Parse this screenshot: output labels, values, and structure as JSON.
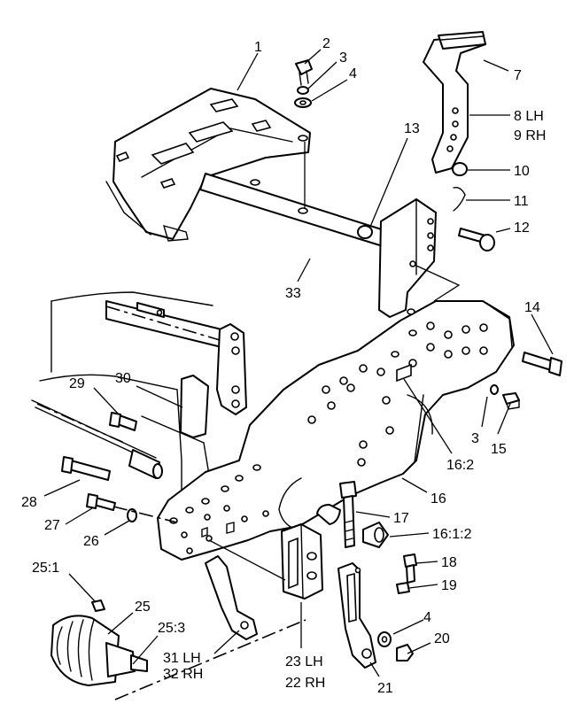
{
  "callouts": [
    {
      "id": "c1",
      "text": "1"
    },
    {
      "id": "c2",
      "text": "2"
    },
    {
      "id": "c3a",
      "text": "3"
    },
    {
      "id": "c4a",
      "text": "4"
    },
    {
      "id": "c7",
      "text": "7"
    },
    {
      "id": "c8",
      "text": "8 LH"
    },
    {
      "id": "c9",
      "text": "9 RH"
    },
    {
      "id": "c10",
      "text": "10"
    },
    {
      "id": "c11",
      "text": "11"
    },
    {
      "id": "c12",
      "text": "12"
    },
    {
      "id": "c13",
      "text": "13"
    },
    {
      "id": "c33",
      "text": "33"
    },
    {
      "id": "c14",
      "text": "14"
    },
    {
      "id": "c29",
      "text": "29"
    },
    {
      "id": "c30",
      "text": "30"
    },
    {
      "id": "c3b",
      "text": "3"
    },
    {
      "id": "c15",
      "text": "15"
    },
    {
      "id": "c162",
      "text": "16:2"
    },
    {
      "id": "c16",
      "text": "16"
    },
    {
      "id": "c28",
      "text": "28"
    },
    {
      "id": "c27",
      "text": "27"
    },
    {
      "id": "c26",
      "text": "26"
    },
    {
      "id": "c17",
      "text": "17"
    },
    {
      "id": "c1612",
      "text": "16:1:2"
    },
    {
      "id": "c18",
      "text": "18"
    },
    {
      "id": "c19",
      "text": "19"
    },
    {
      "id": "c251",
      "text": "25:1"
    },
    {
      "id": "c25",
      "text": "25"
    },
    {
      "id": "c253",
      "text": "25:3"
    },
    {
      "id": "c4b",
      "text": "4"
    },
    {
      "id": "c20",
      "text": "20"
    },
    {
      "id": "c31",
      "text": "31 LH"
    },
    {
      "id": "c32",
      "text": "32 RH"
    },
    {
      "id": "c23",
      "text": "23 LH"
    },
    {
      "id": "c22",
      "text": "22 RH"
    },
    {
      "id": "c21",
      "text": "21"
    }
  ]
}
